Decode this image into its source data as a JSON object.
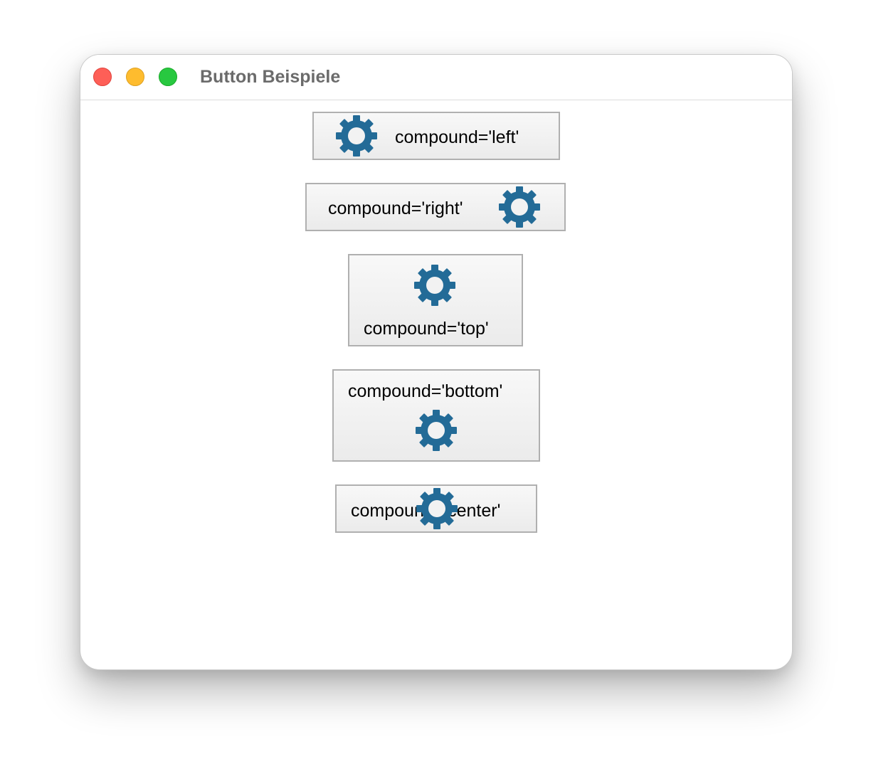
{
  "window": {
    "title": "Button Beispiele"
  },
  "buttons": [
    {
      "label": "compound='left'",
      "icon": "gear-icon"
    },
    {
      "label": "compound='right'",
      "icon": "gear-icon"
    },
    {
      "label": "compound='top'",
      "icon": "gear-icon"
    },
    {
      "label": "compound='bottom'",
      "icon": "gear-icon"
    },
    {
      "label": "compound='center'",
      "icon": "gear-icon"
    }
  ],
  "colors": {
    "gear": "#236b97",
    "button_border": "#b0b0b0",
    "close": "#fe5f57",
    "minimize": "#febc2e",
    "maximize": "#28c840"
  }
}
